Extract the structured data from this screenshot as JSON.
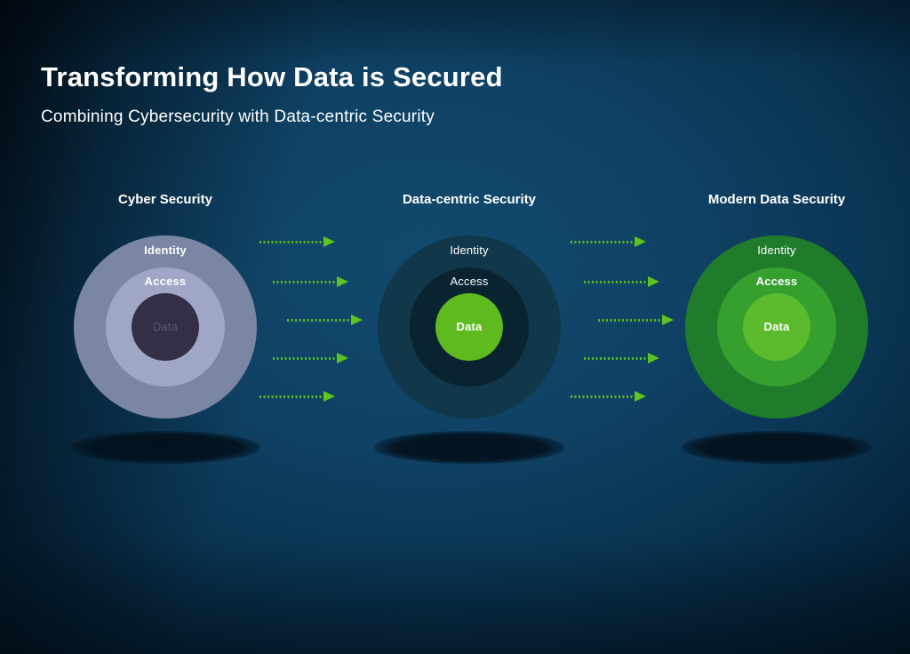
{
  "slide": {
    "title": "Transforming How Data is Secured",
    "subtitle": "Combining Cybersecurity with Data-centric Security"
  },
  "theme": {
    "bg-center": "#114a6e",
    "bg-edge": "#031827",
    "arrow-green": "#5ec41e",
    "title-color": "#ffffff"
  },
  "diagrams": [
    {
      "title": "Cyber Security",
      "labels": {
        "identity": "Identity",
        "access": "Access",
        "data": "Data"
      },
      "colors": {
        "outer": "#7a86a4",
        "middle": "#9fa6c6",
        "inner": "#322f46",
        "data_text": "#575b76"
      }
    },
    {
      "title": "Data-centric Security",
      "labels": {
        "identity": "Identity",
        "access": "Access",
        "data": "Data"
      },
      "colors": {
        "outer": "#10374a",
        "middle": "#0a2331",
        "inner": "#5eba1e",
        "data_text": "#ffffff"
      }
    },
    {
      "title": "Modern Data Security",
      "labels": {
        "identity": "Identity",
        "access": "Access",
        "data": "Data"
      },
      "colors": {
        "outer": "#1f7c2b",
        "middle": "#35a02e",
        "inner": "#5cba2e",
        "data_text": "#ffffff"
      }
    }
  ],
  "arrows": {
    "color": "#5ec41e",
    "style": "dotted",
    "direction": "right",
    "groups": 2,
    "arrows_per_group": 5
  }
}
